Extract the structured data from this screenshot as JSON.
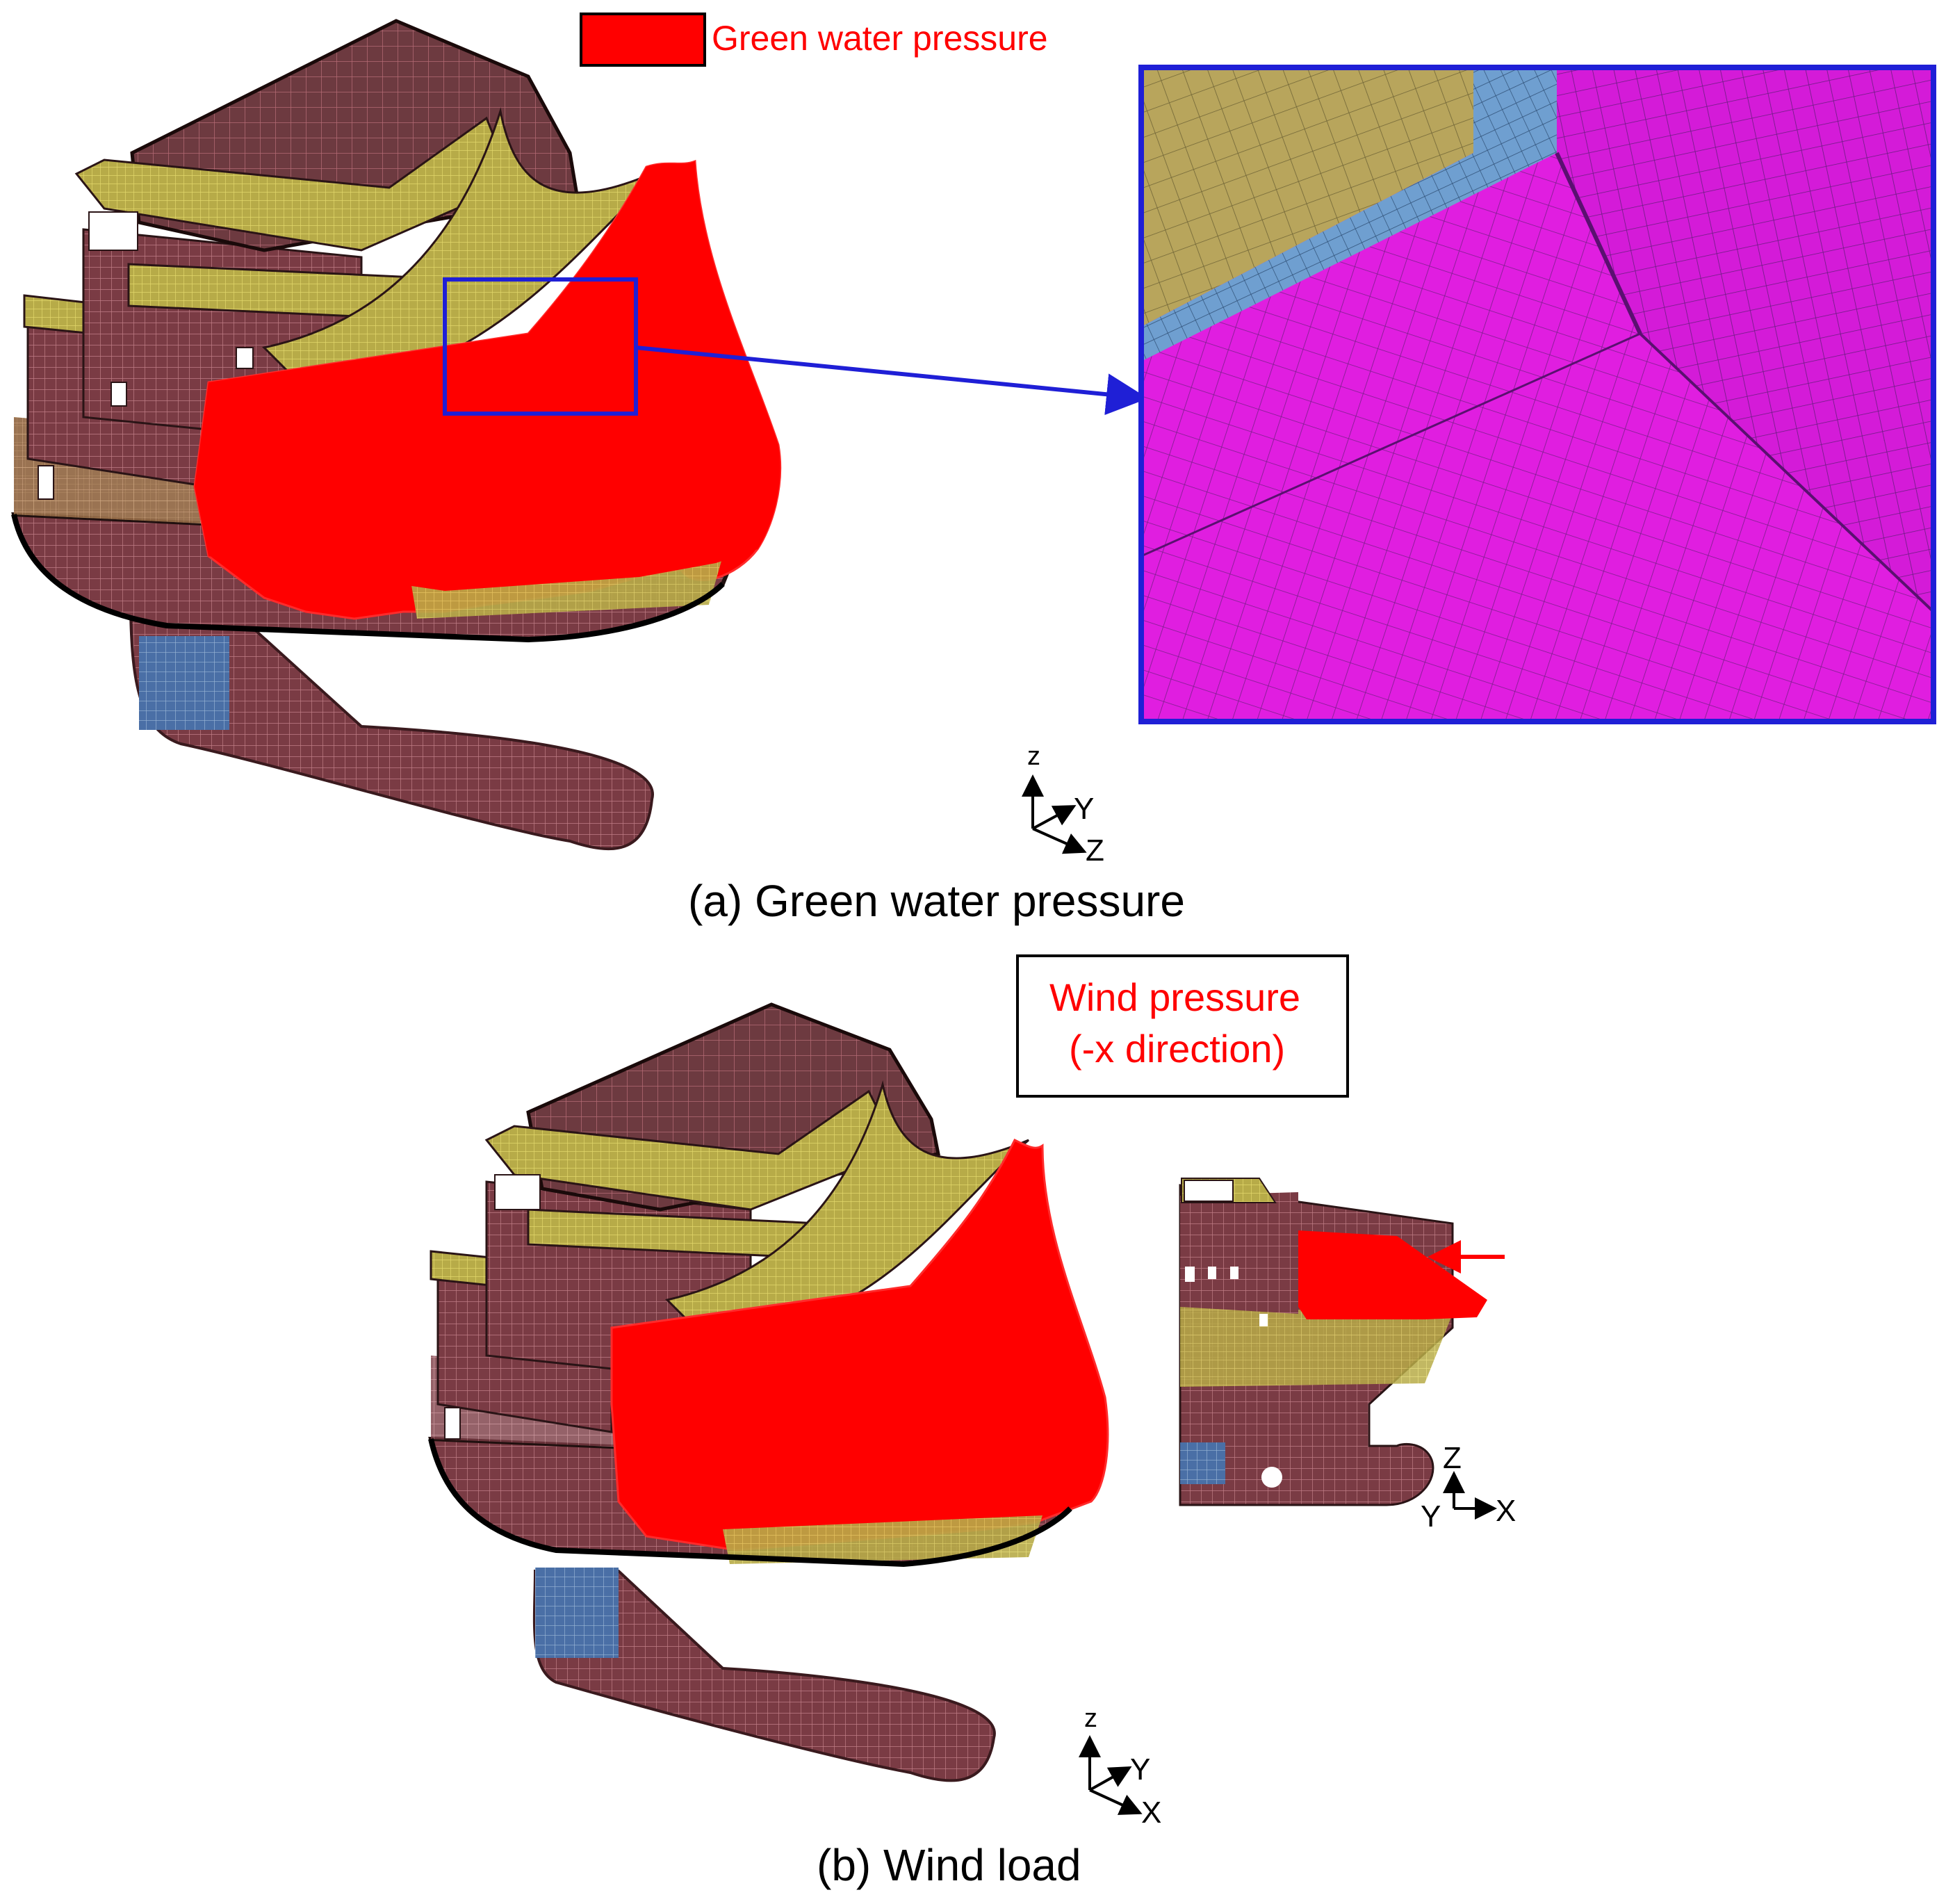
{
  "panel_a": {
    "legend_label": "Green water pressure",
    "caption": "(a) Green water pressure",
    "axes": {
      "vertical": "z",
      "diagonal_up": "Y",
      "diagonal_down": "Z"
    }
  },
  "panel_b": {
    "legend_line1": "Wind pressure",
    "legend_line2": "(-x direction)",
    "caption": "(b) Wind load",
    "side_axes": {
      "vertical": "Z",
      "left": "Y",
      "horizontal": "X"
    },
    "axes": {
      "vertical": "z",
      "diagonal_up": "Y",
      "diagonal_down": "X"
    }
  },
  "colors": {
    "pressure": "#ff0000",
    "hull": "#7a3b44",
    "superstructure": "#b7ab48",
    "blue_patch": "#4a6fa6",
    "zoom_frame": "#1f1fd6",
    "zoom_surface": "#e01ee0",
    "zoom_deck": "#b8a55c",
    "zoom_edge": "#6f9fd0"
  },
  "icons": [
    "ship-mesh-model",
    "zoom-arrow",
    "wind-direction-arrow"
  ]
}
